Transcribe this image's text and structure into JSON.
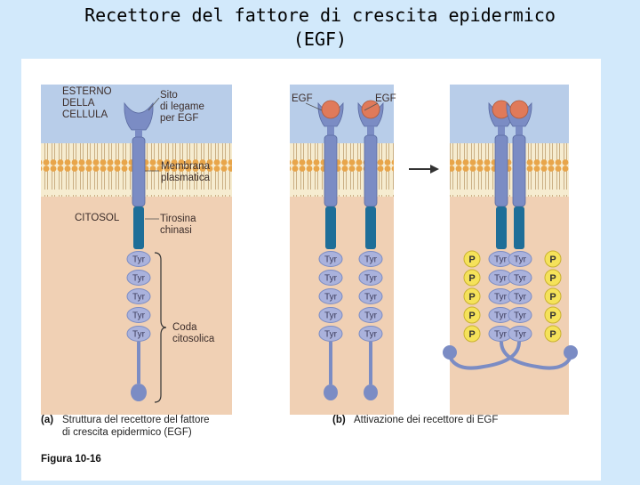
{
  "title_line1": "Recettore del fattore di crescita epidermico",
  "title_line2": "(EGF)",
  "panel_a": {
    "label_exterior": [
      "ESTERNO",
      "DELLA",
      "CELLULA"
    ],
    "label_site": [
      "Sito",
      "di legame",
      "per EGF"
    ],
    "label_membrane": [
      "Membrana",
      "plasmatica"
    ],
    "label_cytosol": "CITOSOL",
    "label_kinase": [
      "Tirosina",
      "chinasi"
    ],
    "label_tail": [
      "Coda",
      "citosolica"
    ],
    "caption_letter": "(a)",
    "caption": [
      "Struttura del recettore del fattore",
      "di crescita epidermico (EGF)"
    ]
  },
  "panel_b": {
    "egf_left": "EGF",
    "egf_right": "EGF",
    "caption_letter": "(b)",
    "caption": "Attivazione dei recettore di EGF"
  },
  "tyr_label": "Tyr",
  "p_label": "P",
  "figure_label": "Figura 10-16",
  "colors": {
    "outside": "#b8cde9",
    "cytosol": "#f0d0b4",
    "receptor": "#7b8cc4",
    "kinase": "#1e6e98",
    "egf": "#e07a5a",
    "phosphate": "#f5e25a",
    "lipid_head": "#e8a54a"
  }
}
